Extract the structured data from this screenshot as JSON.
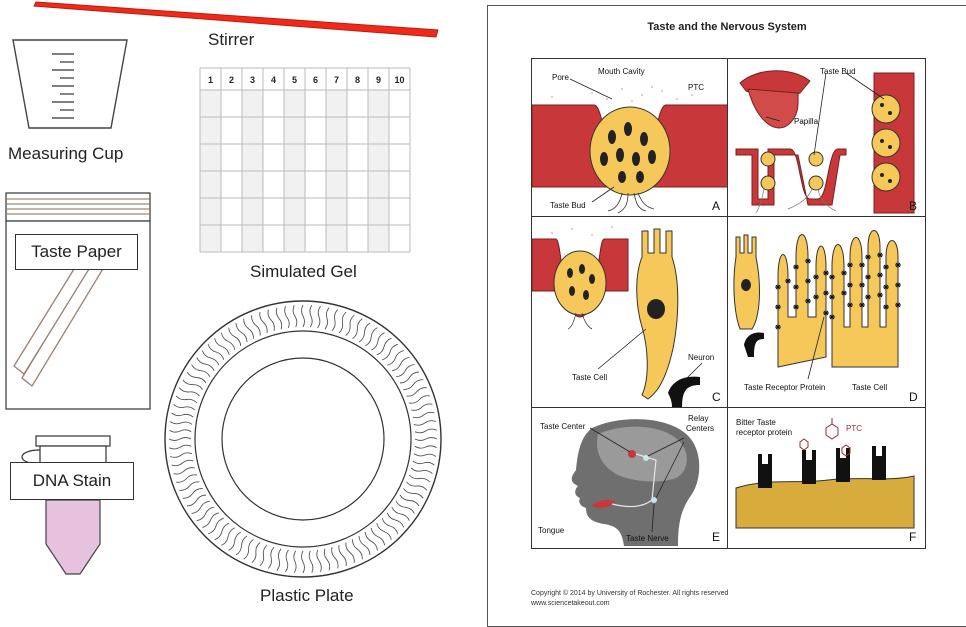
{
  "left": {
    "stirrer": "Stirrer",
    "measuring_cup": "Measuring Cup",
    "simulated_gel": "Simulated Gel",
    "taste_paper": "Taste Paper",
    "dna_stain": "DNA Stain",
    "plastic_plate": "Plastic Plate",
    "gel_columns": [
      "1",
      "2",
      "3",
      "4",
      "5",
      "6",
      "7",
      "8",
      "9",
      "10"
    ]
  },
  "sheet": {
    "title": "Taste and the Nervous System",
    "panels": {
      "a": {
        "letter": "A",
        "pore": "Pore",
        "mouth_cavity": "Mouth Cavity",
        "ptc": "PTC",
        "taste_bud": "Taste Bud"
      },
      "b": {
        "letter": "B",
        "taste_bud": "Taste Bud",
        "papilla": "Papilla"
      },
      "c": {
        "letter": "C",
        "taste_cell": "Taste Cell",
        "neuron": "Neuron"
      },
      "d": {
        "letter": "D",
        "receptor": "Taste Receptor Protein",
        "taste_cell": "Taste Cell"
      },
      "e": {
        "letter": "E",
        "taste_center": "Taste Center",
        "relay": "Relay",
        "centers": "Centers",
        "tongue": "Tongue",
        "taste_nerve": "Taste Nerve"
      },
      "f": {
        "letter": "F",
        "bitter": "Bitter Taste",
        "receptor": "receptor protein",
        "ptc": "PTC"
      }
    },
    "copyright": "Copyright © 2014 by University of Rochester.  All rights reserved",
    "website": "www.sciencetakeout.com"
  },
  "colors": {
    "stirrer": "#ee2a1a",
    "tissue": "#c8383a",
    "cell": "#f6c85a",
    "stain": "#e6c2de"
  }
}
